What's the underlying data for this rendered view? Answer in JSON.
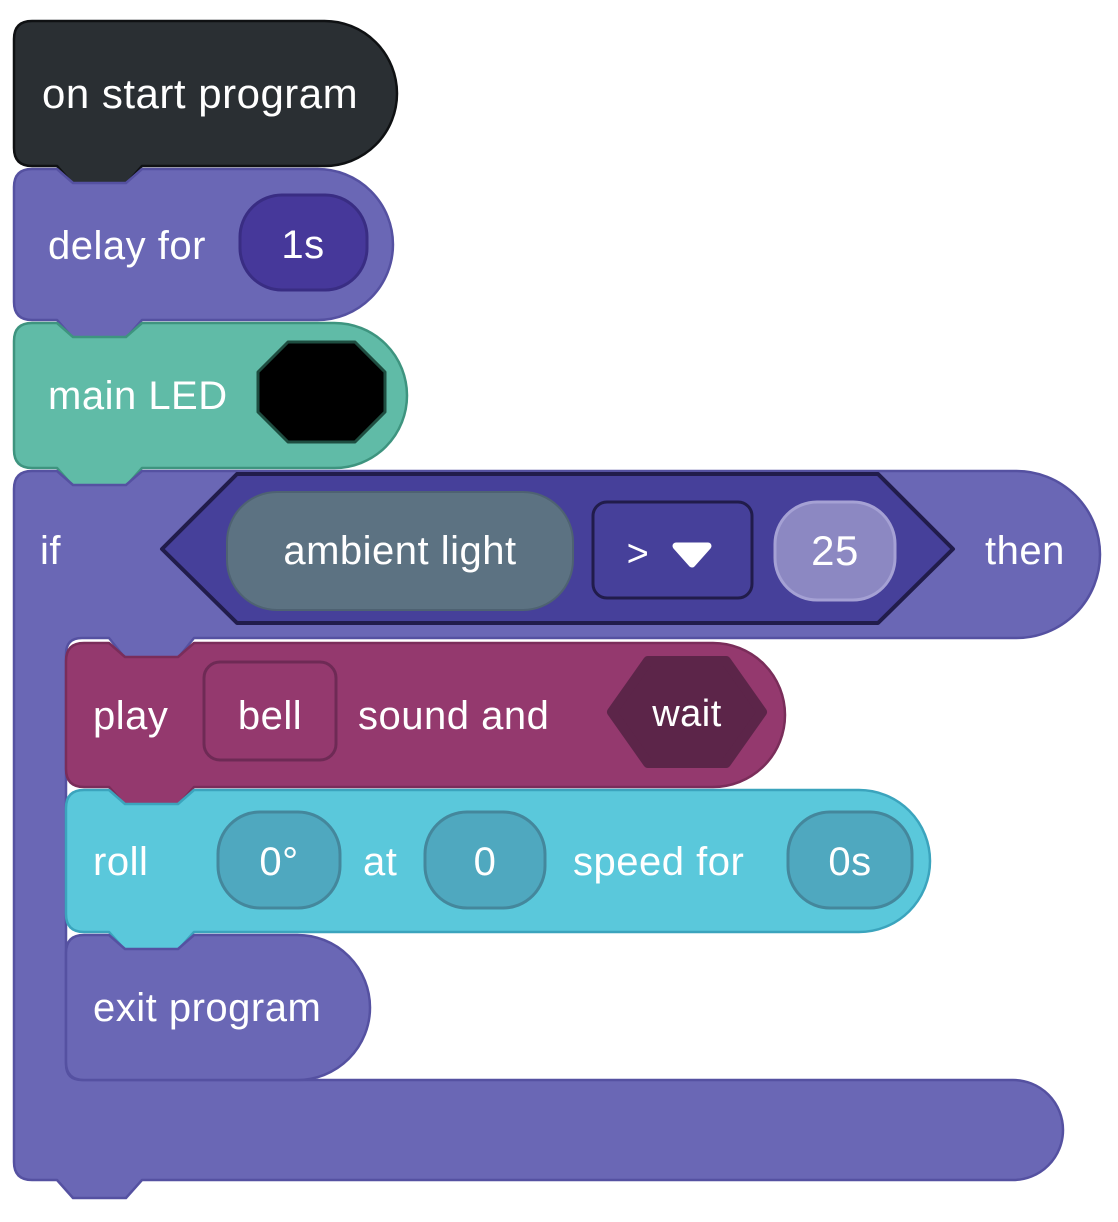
{
  "app": {
    "description": "Sphero Edu style block-programming canvas"
  },
  "colors": {
    "canvas_bg": "#FFFFFF",
    "text": "#FFFFFF",
    "event_dark": "#2A2F33",
    "event_dark_stroke": "#0F1113",
    "control_purple": "#6A67B5",
    "control_purple_stroke": "#5551A1",
    "duration_oval": "#46389A",
    "duration_oval_stroke": "#392D83",
    "led_teal": "#60BBA7",
    "led_teal_stroke": "#3E947F",
    "swatch_black": "#000000",
    "swatch_stroke": "#1E4D40",
    "condition_hex": "#46409A",
    "condition_hex_stroke": "#211C4B",
    "sensor_slate": "#5C7282",
    "sensor_slate_stroke": "#4E6272",
    "value_lilac": "#8C88C2",
    "value_lilac_stroke": "#A5A1D4",
    "sound_magenta": "#94396E",
    "sound_magenta_stroke": "#7A2D5A",
    "bell_box_stroke": "#6E2A55",
    "wait_plum": "#5C2549",
    "roll_cyan": "#5AC8DB",
    "roll_cyan_stroke": "#3BA4BD",
    "roll_oval": "#4FA8BF",
    "roll_oval_stroke": "#44879C"
  },
  "blocks": {
    "on_start": {
      "label": "on start program"
    },
    "delay": {
      "label": "delay for",
      "duration": "1s"
    },
    "main_led": {
      "label": "main LED"
    },
    "if_block": {
      "label_if": "if",
      "label_then": "then",
      "condition": {
        "sensor": "ambient light",
        "operator": ">",
        "value": "25"
      }
    },
    "play_sound": {
      "label_play": "play",
      "sound": "bell",
      "label_suffix": "sound and",
      "mode": "wait"
    },
    "roll": {
      "label_roll": "roll",
      "heading": "0°",
      "label_at": "at",
      "speed": "0",
      "label_speed_for": "speed for",
      "duration": "0s"
    },
    "exit": {
      "label": "exit program"
    }
  }
}
